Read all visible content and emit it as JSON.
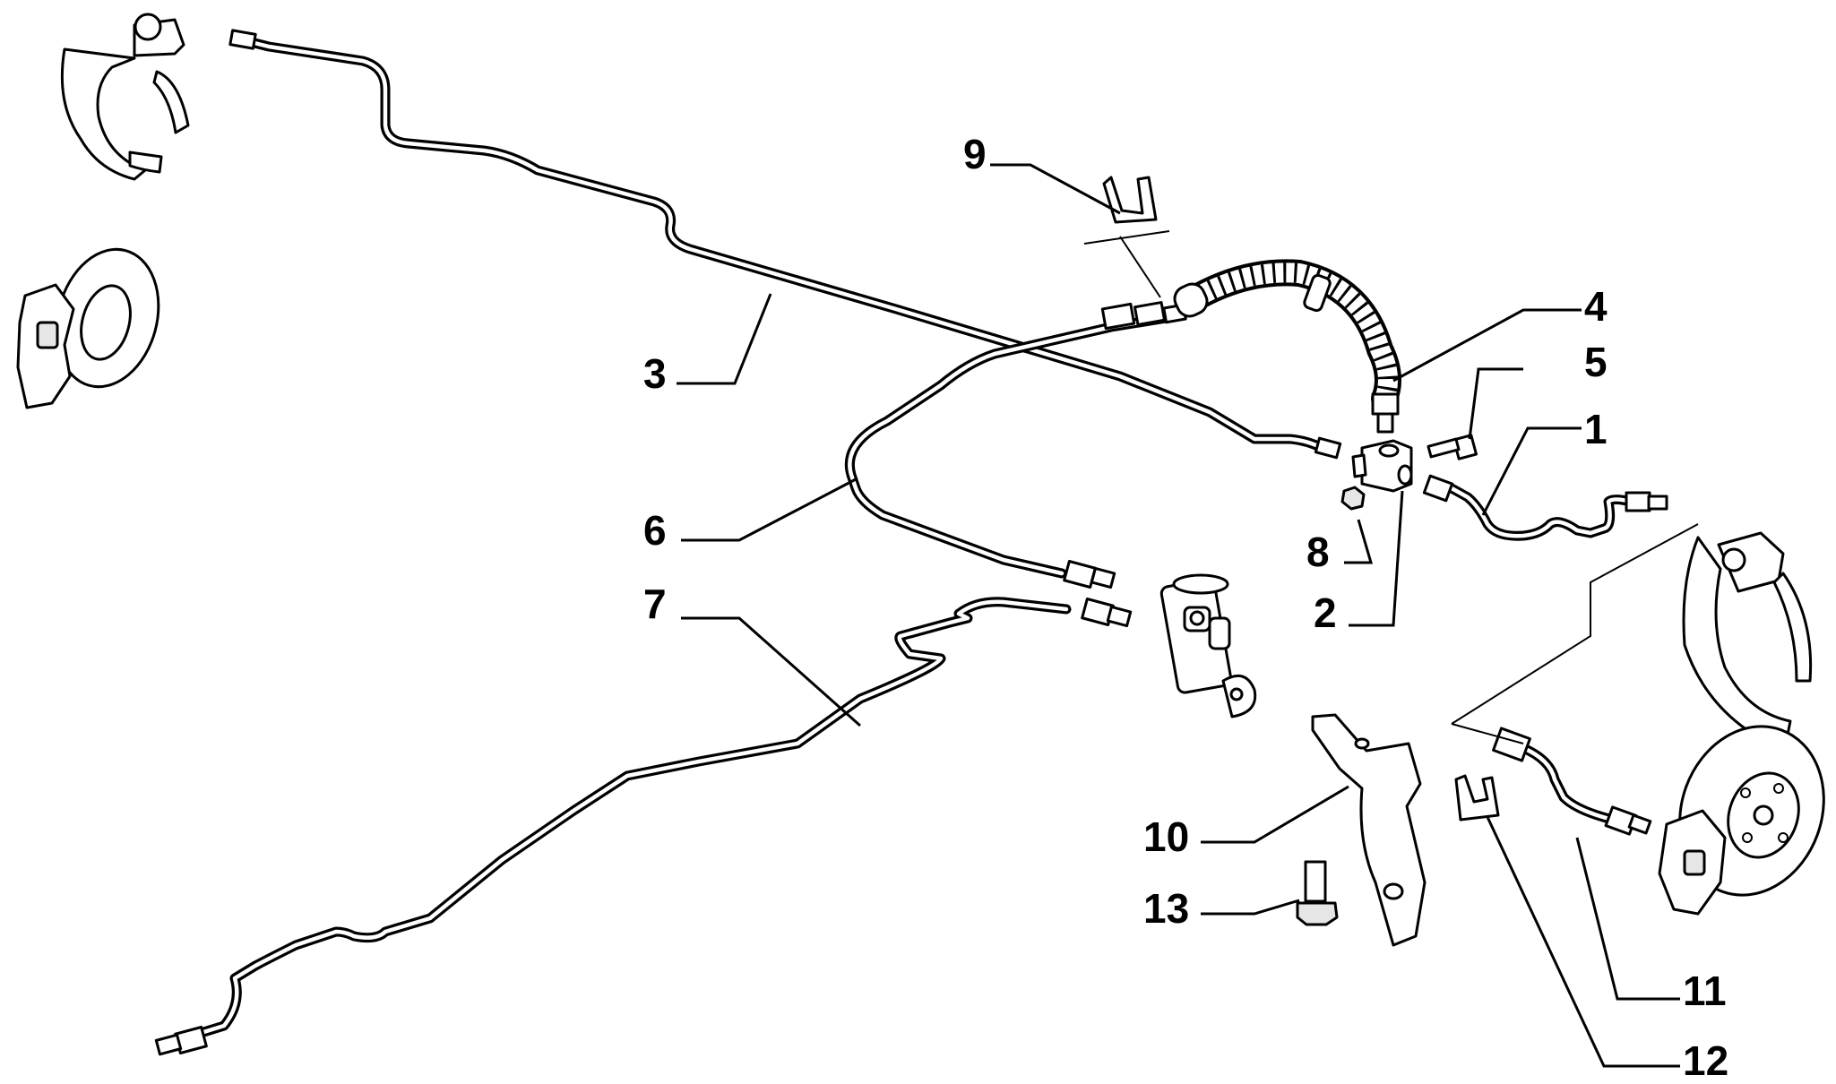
{
  "callouts": [
    {
      "id": "1",
      "text": "1"
    },
    {
      "id": "2",
      "text": "2"
    },
    {
      "id": "3",
      "text": "3"
    },
    {
      "id": "4",
      "text": "4"
    },
    {
      "id": "5",
      "text": "5"
    },
    {
      "id": "6",
      "text": "6"
    },
    {
      "id": "7",
      "text": "7"
    },
    {
      "id": "8",
      "text": "8"
    },
    {
      "id": "9",
      "text": "9"
    },
    {
      "id": "10",
      "text": "10"
    },
    {
      "id": "11",
      "text": "11"
    },
    {
      "id": "12",
      "text": "12"
    },
    {
      "id": "13",
      "text": "13"
    }
  ],
  "colors": {
    "ink": "#000000",
    "paper": "#ffffff",
    "shade": "#e6e6e6"
  }
}
